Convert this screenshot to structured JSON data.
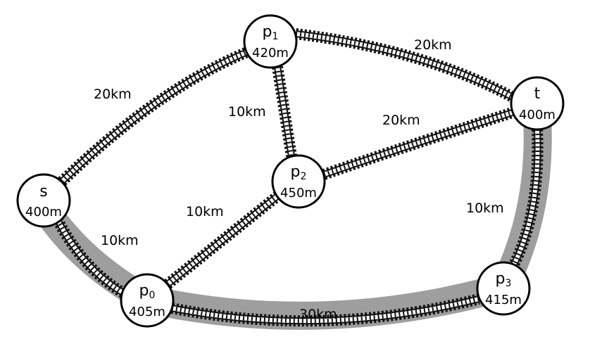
{
  "colors": {
    "highlight": "#9e9e9e",
    "rail": "#111111",
    "node_fill": "#ffffff",
    "node_stroke": "#000000"
  },
  "nodes": {
    "s": {
      "name": "s",
      "subscript": "",
      "elevation": "400m"
    },
    "p0": {
      "name": "p",
      "subscript": "0",
      "elevation": "405m"
    },
    "p1": {
      "name": "p",
      "subscript": "1",
      "elevation": "420m"
    },
    "p2": {
      "name": "p",
      "subscript": "2",
      "elevation": "450m"
    },
    "p3": {
      "name": "p",
      "subscript": "3",
      "elevation": "415m"
    },
    "t": {
      "name": "t",
      "subscript": "",
      "elevation": "400m"
    }
  },
  "edges": {
    "s_p1": {
      "distance": "20km",
      "highlighted": false
    },
    "p1_t": {
      "distance": "20km",
      "highlighted": false
    },
    "p1_p2": {
      "distance": "10km",
      "highlighted": false
    },
    "p2_t": {
      "distance": "20km",
      "highlighted": false
    },
    "p0_p2": {
      "distance": "10km",
      "highlighted": false
    },
    "s_p0": {
      "distance": "10km",
      "highlighted": true
    },
    "p0_p3": {
      "distance": "30km",
      "highlighted": true
    },
    "t_p3": {
      "distance": "10km",
      "highlighted": true
    }
  }
}
